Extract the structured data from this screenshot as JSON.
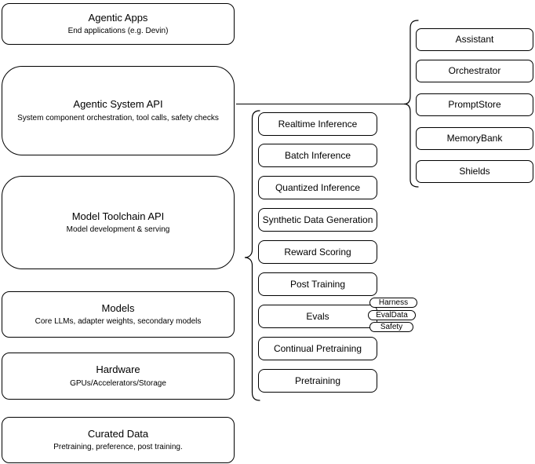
{
  "diagram": {
    "left_column": [
      {
        "title": "Agentic Apps",
        "subtitle": "End applications (e.g. Devin)"
      },
      {
        "title": "Agentic System API",
        "subtitle": "System component orchestration, tool calls, safety checks"
      },
      {
        "title": "Model Toolchain API",
        "subtitle": "Model development & serving"
      },
      {
        "title": "Models",
        "subtitle": "Core LLMs, adapter weights, secondary models"
      },
      {
        "title": "Hardware",
        "subtitle": "GPUs/Accelerators/Storage"
      },
      {
        "title": "Curated Data",
        "subtitle": "Pretraining, preference, post training."
      }
    ],
    "toolchain_items": [
      "Realtime Inference",
      "Batch Inference",
      "Quantized Inference",
      "Synthetic Data Generation",
      "Reward Scoring",
      "Post Training",
      "Evals",
      "Continual Pretraining",
      "Pretraining"
    ],
    "evals_tags": [
      "Harness",
      "EvalData",
      "Safety"
    ],
    "system_components": [
      "Assistant",
      "Orchestrator",
      "PromptStore",
      "MemoryBank",
      "Shields"
    ],
    "colors": {
      "stroke": "#000000",
      "node_fill": "#ffffff",
      "text": "#000000"
    }
  }
}
